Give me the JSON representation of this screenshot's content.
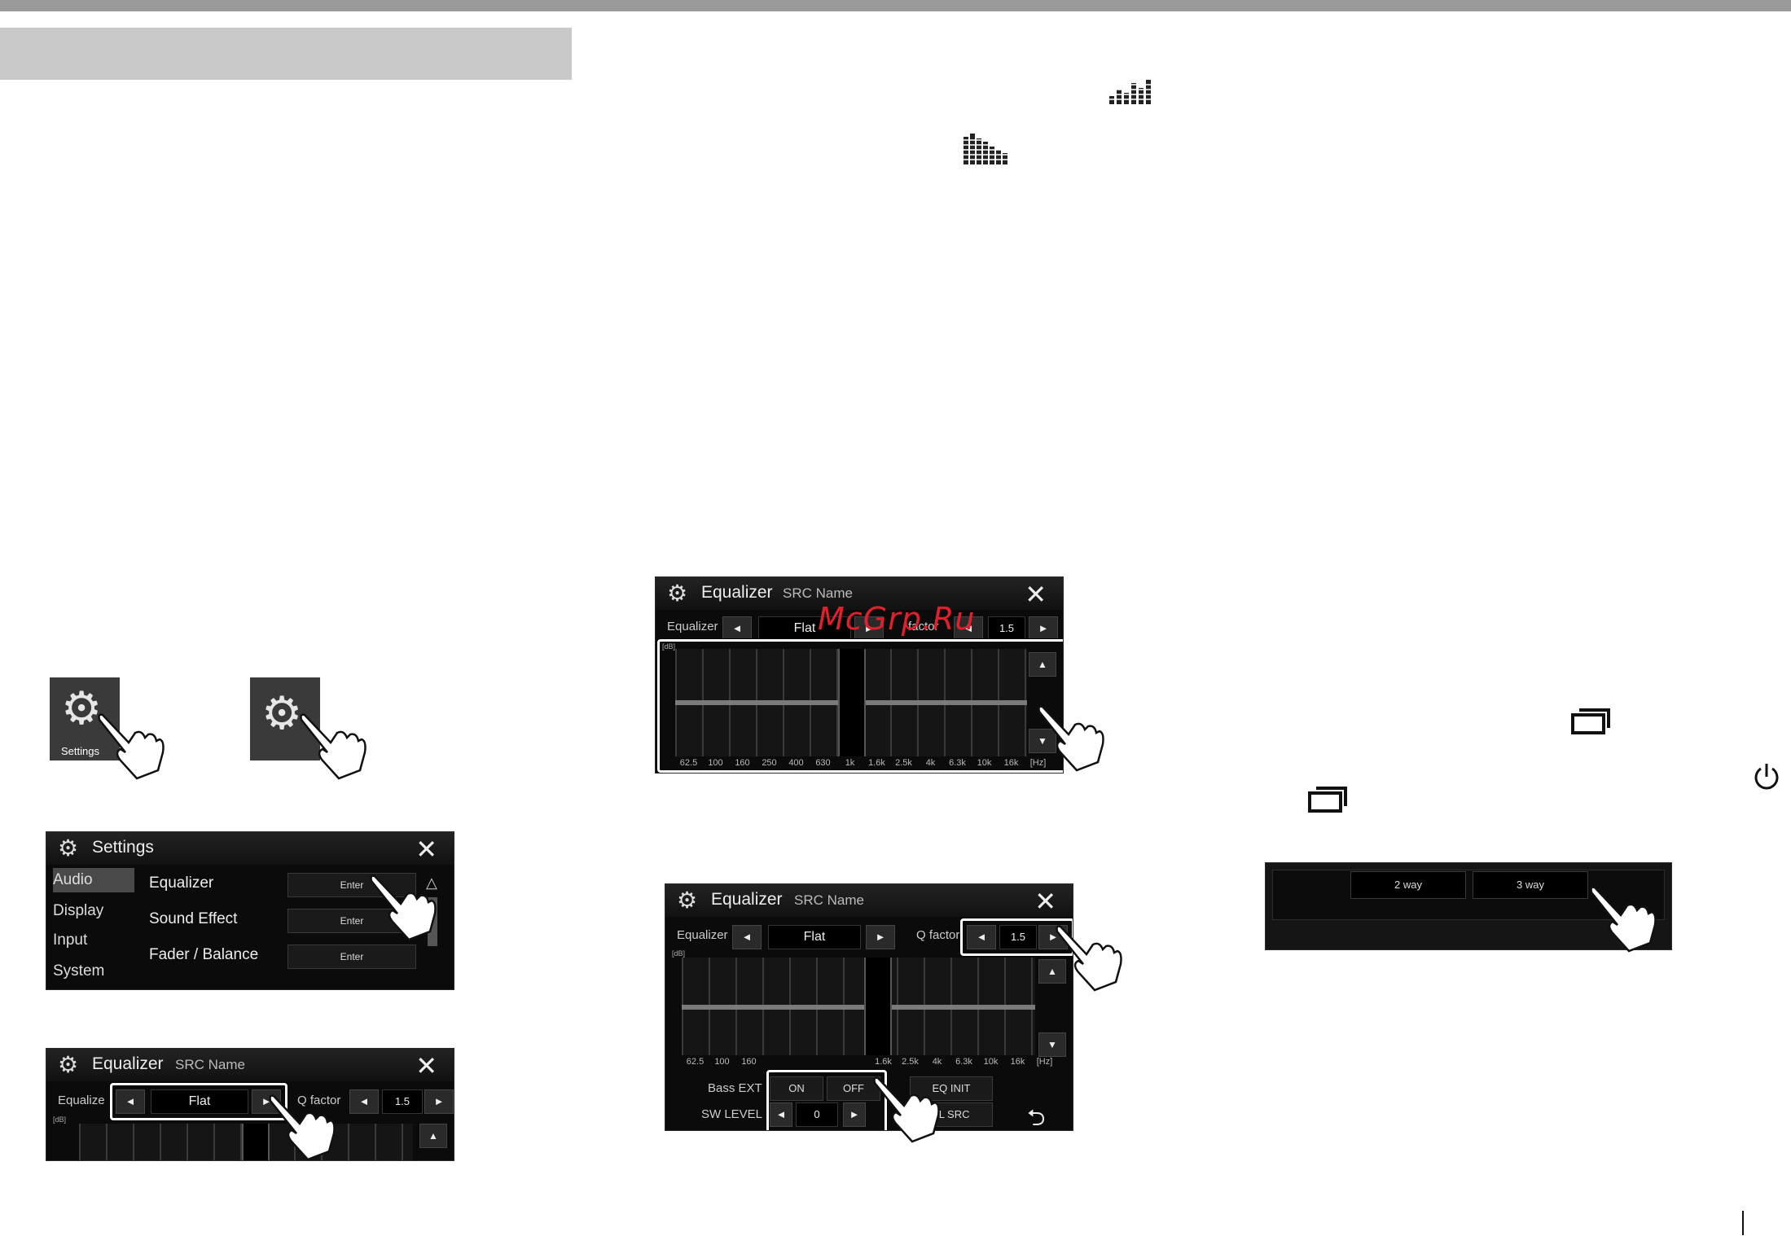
{
  "watermark": "McGrp.Ru",
  "tiles": {
    "settings_label": "Settings"
  },
  "settings_screen": {
    "title": "Settings",
    "categories": [
      "Audio",
      "Display",
      "Input",
      "System"
    ],
    "items": [
      {
        "label": "Equalizer",
        "button": "Enter"
      },
      {
        "label": "Sound Effect",
        "button": "Enter"
      },
      {
        "label": "Fader / Balance",
        "button": "Enter"
      }
    ]
  },
  "eq_small": {
    "title": "Equalizer",
    "source": "SRC Name",
    "eq_label": "Equalize",
    "preset": "Flat",
    "q_label": "Q factor",
    "q_value": "1.5",
    "db_label": "[dB]"
  },
  "eq_top": {
    "title": "Equalizer",
    "source": "SRC Name",
    "eq_label": "Equalizer",
    "preset": "Flat",
    "q_label": "factor",
    "q_value": "1.5",
    "db_label": "[dB]",
    "freqs": [
      "62.5",
      "100",
      "160",
      "250",
      "400",
      "630",
      "1k",
      "1.6k",
      "2.5k",
      "4k",
      "6.3k",
      "10k",
      "16k",
      "[Hz]"
    ]
  },
  "eq_bottom": {
    "title": "Equalizer",
    "source": "SRC Name",
    "eq_label": "Equalizer",
    "preset": "Flat",
    "q_label": "Q factor",
    "q_value": "1.5",
    "db_label": "[dB]",
    "freqs": [
      "62.5",
      "100",
      "160",
      "",
      "",
      "",
      "",
      "1.6k",
      "2.5k",
      "4k",
      "6.3k",
      "10k",
      "16k",
      "[Hz]"
    ],
    "bass_ext_label": "Bass EXT",
    "on": "ON",
    "off": "OFF",
    "sw_level_label": "SW LEVEL",
    "sw_level_value": "0",
    "eq_init": "EQ INIT",
    "all_src": "LL SRC"
  },
  "xover": {
    "opt1": "2 way",
    "opt2": "3 way"
  }
}
